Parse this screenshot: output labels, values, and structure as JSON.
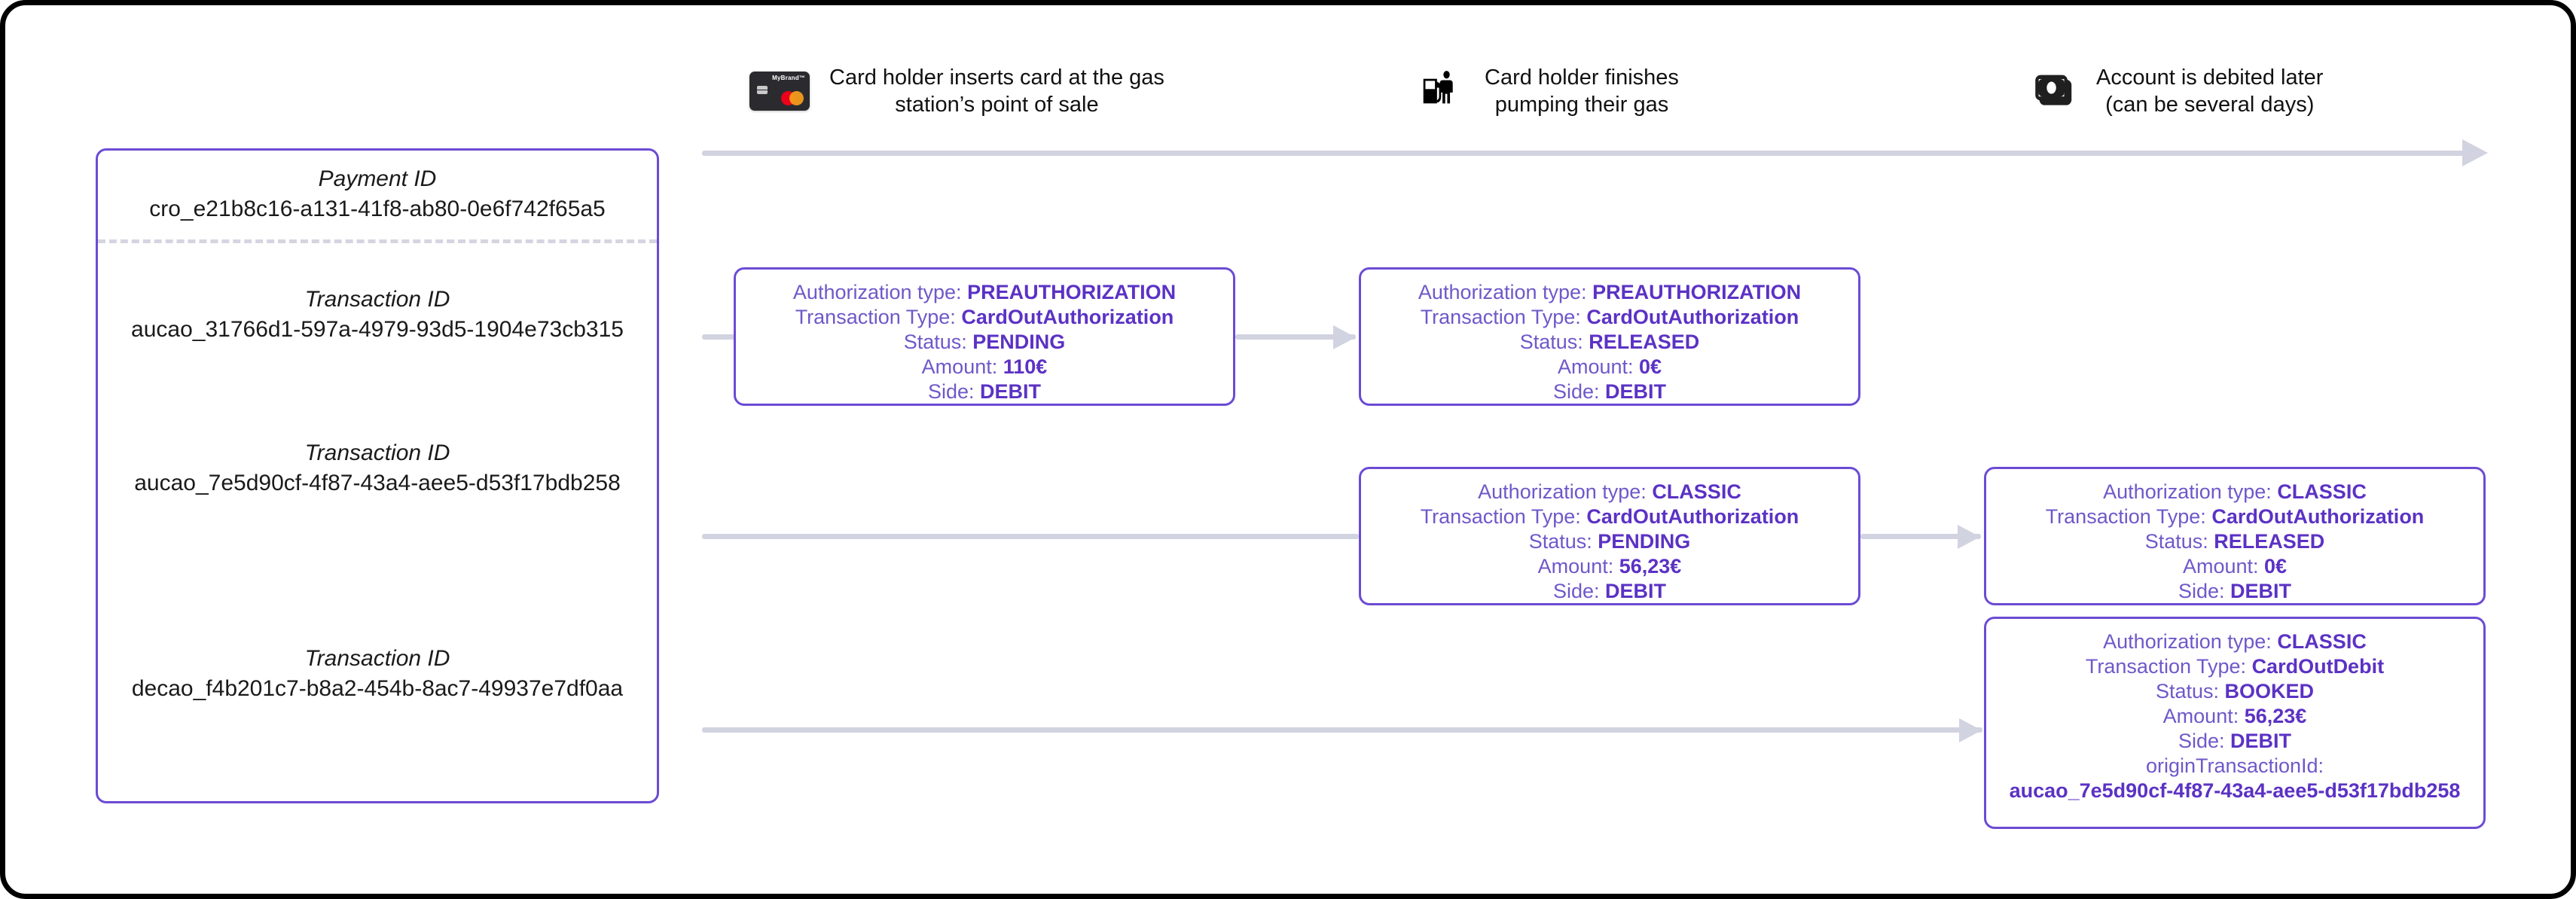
{
  "theme": {
    "accent": "#6c4bd4",
    "label_purple": "#6f58c9",
    "value_purple": "#5b32c4",
    "connector_gray": "#d2d3e0",
    "frame_black": "#000000"
  },
  "id_panel": {
    "payment": {
      "title": "Payment ID",
      "value": "cro_e21b8c16-a131-41f8-ab80-0e6f742f65a5"
    },
    "transactions": [
      {
        "title": "Transaction ID",
        "value": "aucao_31766d1-597a-4979-93d5-1904e73cb315"
      },
      {
        "title": "Transaction ID",
        "value": "aucao_7e5d90cf-4f87-43a4-aee5-d53f17bdb258"
      },
      {
        "title": "Transaction ID",
        "value": "decao_f4b201c7-b8a2-454b-8ac7-49937e7df0aa"
      }
    ]
  },
  "timeline": {
    "steps": [
      {
        "icon": "bank-card-icon",
        "brand": "MyBrand™",
        "caption": "Card holder inserts card at the gas\nstation’s point of sale"
      },
      {
        "icon": "gas-pump-person-icon",
        "caption": "Card holder finishes\npumping their gas"
      },
      {
        "icon": "banknotes-icon",
        "caption": "Account is debited later\n(can be several days)"
      }
    ]
  },
  "labels": {
    "authorization_type": "Authorization type:",
    "transaction_type": "Transaction Type:",
    "status": "Status:",
    "amount": "Amount:",
    "side": "Side:",
    "origin_transaction_id": "originTransactionId:"
  },
  "auth_boxes": [
    {
      "authorization_type": "PREAUTHORIZATION",
      "transaction_type": "CardOutAuthorization",
      "status": "PENDING",
      "amount": "110€",
      "side": "DEBIT"
    },
    {
      "authorization_type": "PREAUTHORIZATION",
      "transaction_type": "CardOutAuthorization",
      "status": "RELEASED",
      "amount": "0€",
      "side": "DEBIT"
    },
    {
      "authorization_type": "CLASSIC",
      "transaction_type": "CardOutAuthorization",
      "status": "PENDING",
      "amount": "56,23€",
      "side": "DEBIT"
    },
    {
      "authorization_type": "CLASSIC",
      "transaction_type": "CardOutAuthorization",
      "status": "RELEASED",
      "amount": "0€",
      "side": "DEBIT"
    },
    {
      "authorization_type": "CLASSIC",
      "transaction_type": "CardOutDebit",
      "status": "BOOKED",
      "amount": "56,23€",
      "side": "DEBIT",
      "origin_transaction_id": "aucao_7e5d90cf-4f87-43a4-aee5-d53f17bdb258"
    }
  ]
}
